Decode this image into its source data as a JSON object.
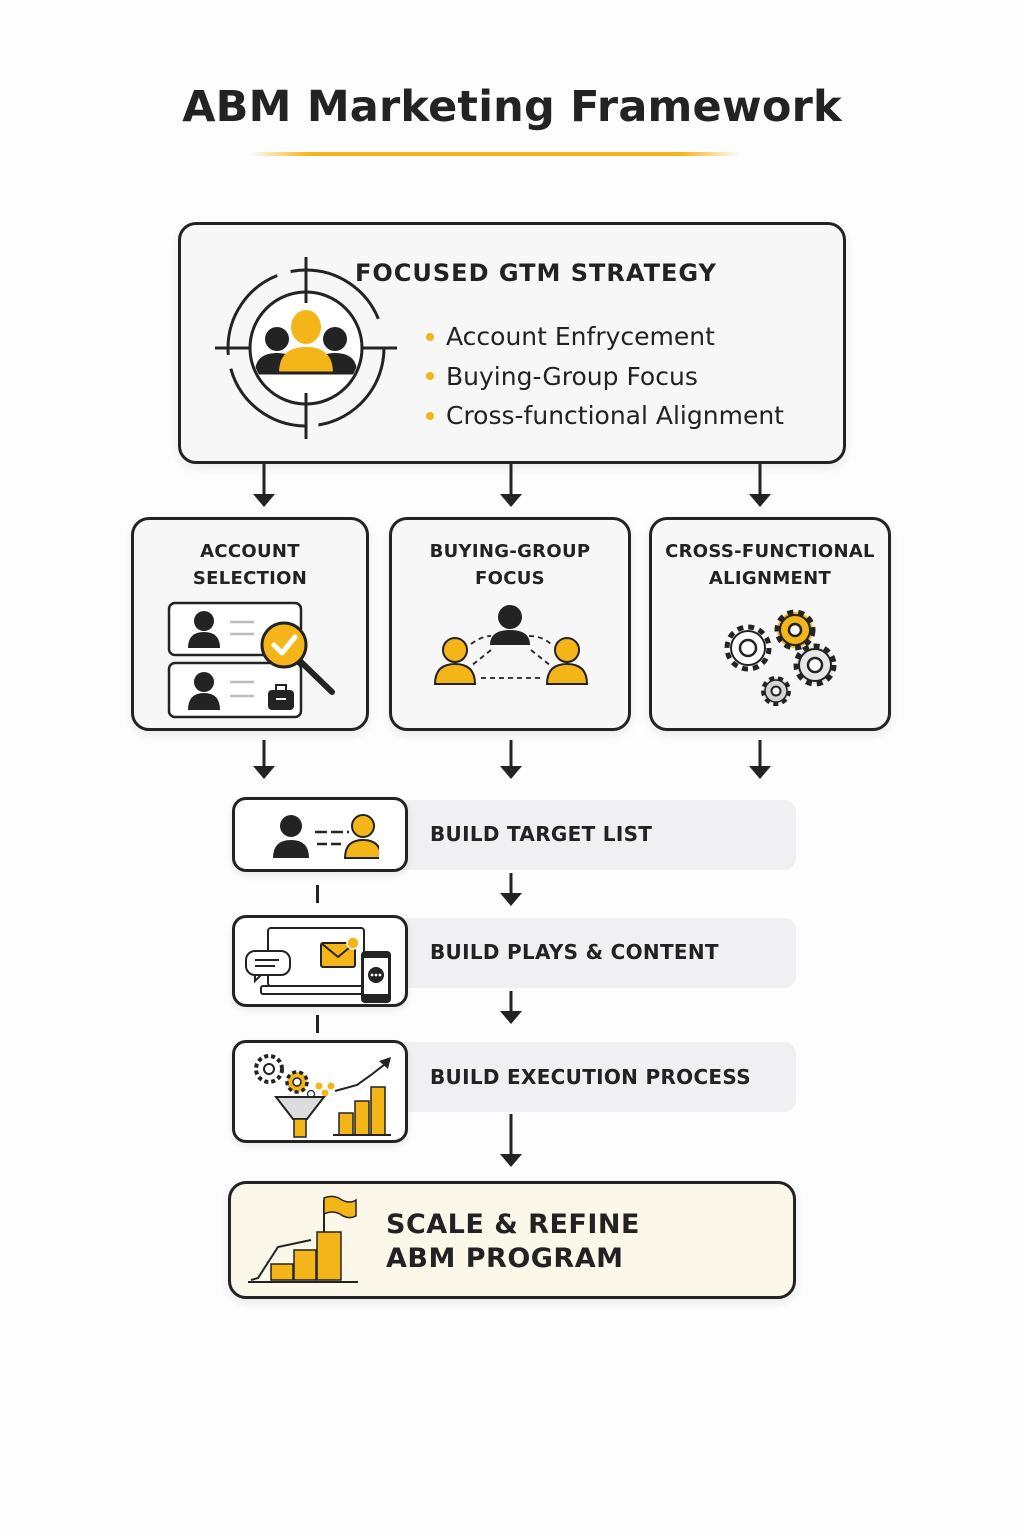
{
  "title": "ABM Marketing Framework",
  "colors": {
    "accent": "#f4b518",
    "ink": "#232323",
    "card_bg": "#f7f7f7",
    "step_bg": "#f0f0f2",
    "final_bg": "#fbf8ea"
  },
  "strategy": {
    "title": "FOCUSED GTM STRATEGY",
    "icon": "target-people-icon",
    "bullets": [
      "Account Enfrycement",
      "Buying-Group Focus",
      "Cross-functional Alignment"
    ]
  },
  "pillars": [
    {
      "title_line1": "ACCOUNT",
      "title_line2": "SELECTION",
      "icon": "account-cards-magnifier-icon"
    },
    {
      "title_line1": "BUYING-GROUP",
      "title_line2": "FOCUS",
      "icon": "people-network-icon"
    },
    {
      "title_line1": "CROSS-FUNCTIONAL",
      "title_line2": "ALIGNMENT",
      "icon": "gears-icon"
    }
  ],
  "steps": [
    {
      "label": "BUILD TARGET LIST",
      "icon": "people-link-icon"
    },
    {
      "label": "BUILD PLAYS & CONTENT",
      "icon": "multichannel-devices-icon"
    },
    {
      "label": "BUILD EXECUTION PROCESS",
      "icon": "funnel-growth-icon"
    }
  ],
  "final": {
    "line1": "SCALE & REFINE",
    "line2": "ABM PROGRAM",
    "icon": "growth-flag-icon"
  }
}
